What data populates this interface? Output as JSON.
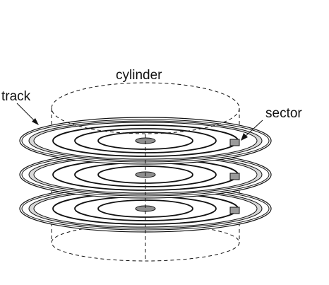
{
  "labels": {
    "cylinder": "cylinder",
    "track": "track",
    "sector": "sector"
  },
  "colors": {
    "stroke": "#111111",
    "highlight_ring": "#d8d8d8",
    "spindle": "#8f8f8f",
    "sector_fill": "#9a9a9a",
    "background": "#ffffff"
  },
  "platters": 3
}
